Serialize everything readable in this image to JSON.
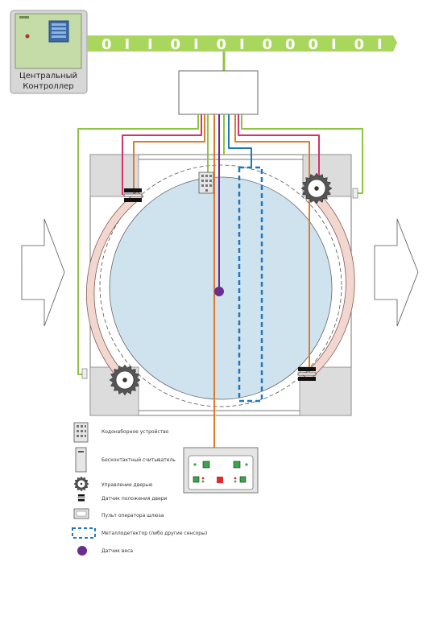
{
  "controller": {
    "caption_line1": "Центральный",
    "caption_line2": "Контроллер"
  },
  "bus": {
    "bits": [
      "0",
      "I",
      "I",
      "0",
      "I",
      "0",
      "I",
      "0",
      "0",
      "0",
      "I",
      "0",
      "I"
    ]
  },
  "legend": [
    {
      "icon": "keypad-icon",
      "label": "Кодонаборное устройство"
    },
    {
      "icon": "card-reader-icon",
      "label": "Бесконтактный считыватель"
    },
    {
      "icon": "door-drive-gear-icon",
      "label": "Управление дверью"
    },
    {
      "icon": "door-position-sensor-icon",
      "label": "Датчик положения двери"
    },
    {
      "icon": "operator-panel-icon",
      "label": "Пульт оператора шлюза"
    },
    {
      "icon": "metal-detector-icon",
      "label": "Металлодетектор (либо другие сенсоры)"
    },
    {
      "icon": "weight-sensor-icon",
      "label": "Датчик веса"
    }
  ],
  "colors": {
    "bus_green": "#a9d65c",
    "bus_text": "#ffffff",
    "wire_green": "#8cc63f",
    "wire_pink": "#d6336c",
    "wire_orange": "#e07b2a",
    "wire_blue": "#1f78c1",
    "wire_purple": "#6a2c91",
    "booth_fill": "#cfe3ee",
    "rail_fill": "#f2d6d0",
    "corner_block": "#dcdcdc",
    "operator_panel_fill": "#ececec",
    "panel_green": "#3aa64a",
    "panel_red": "#e22b2b"
  }
}
